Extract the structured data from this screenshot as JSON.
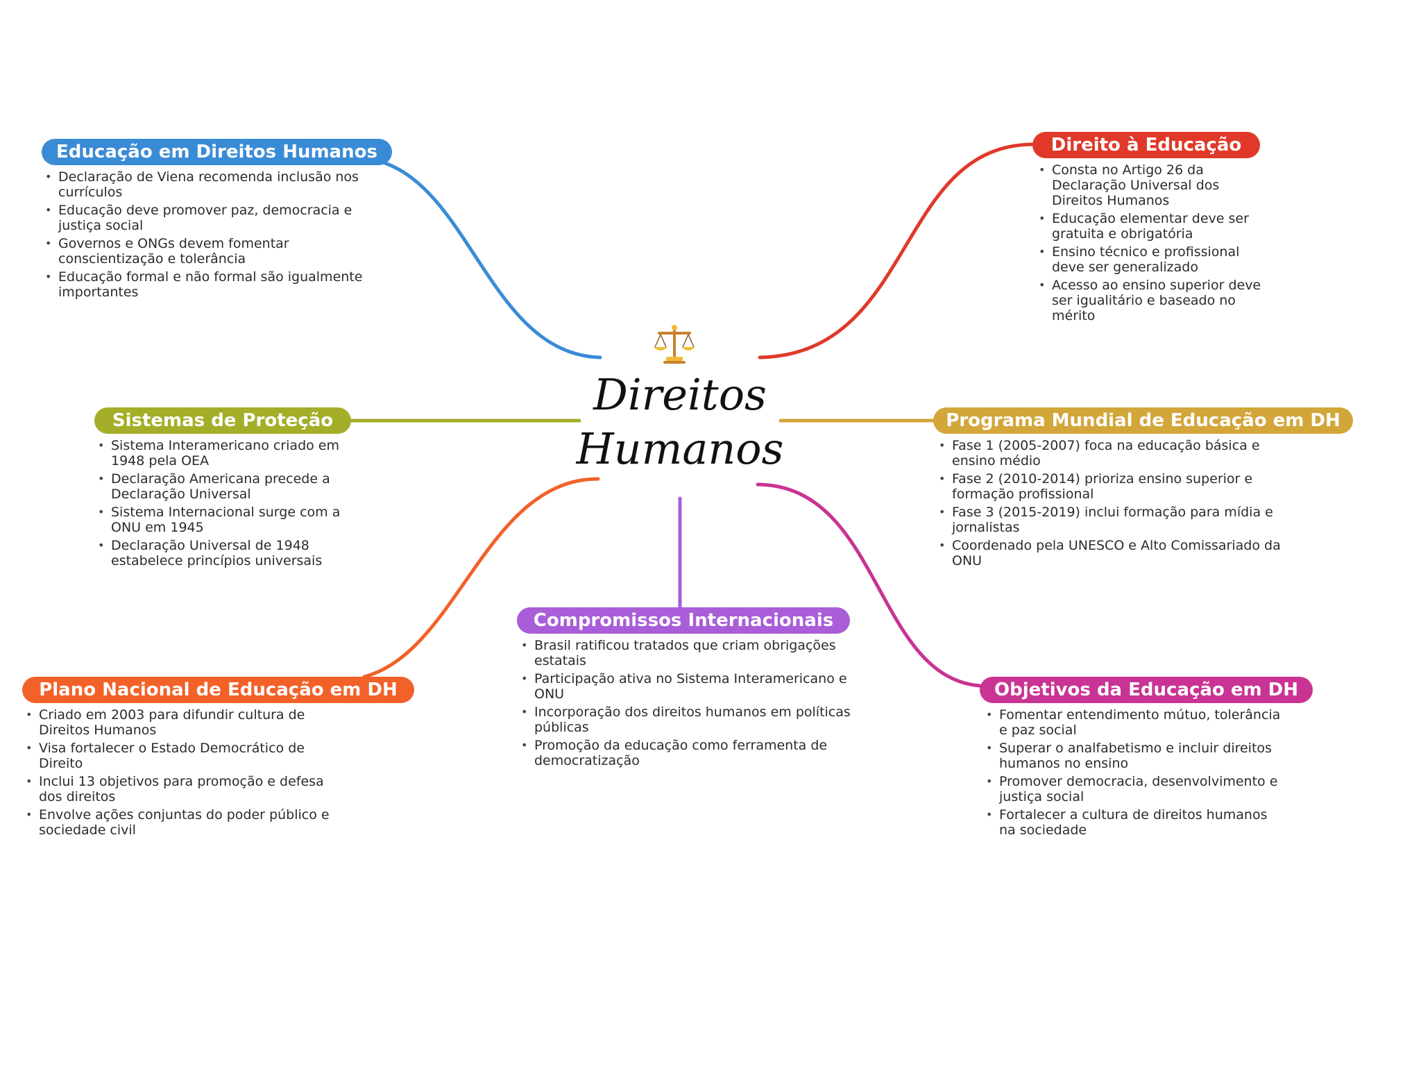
{
  "center": {
    "title_line1": "Direitos",
    "title_line2": "Humanos",
    "icon": "scales-of-justice-icon"
  },
  "branches": {
    "educacao_dh": {
      "title": "Educação em Direitos Humanos",
      "color": "#3A8BD6",
      "items": [
        "Declaração de Viena recomenda inclusão nos currículos",
        "Educação deve promover paz, democracia e justiça social",
        "Governos e ONGs devem fomentar conscientização e tolerância",
        "Educação formal e não formal são igualmente importantes"
      ]
    },
    "direito_educacao": {
      "title": "Direito à Educação",
      "color": "#E0392A",
      "items": [
        "Consta no Artigo 26 da Declaração Universal dos Direitos Humanos",
        "Educação elementar deve ser gratuita e obrigatória",
        "Ensino técnico e profissional deve ser generalizado",
        "Acesso ao ensino superior deve ser igualitário e baseado no mérito"
      ]
    },
    "sistemas_protecao": {
      "title": "Sistemas de Proteção",
      "color": "#A4AE28",
      "items": [
        "Sistema Interamericano criado em 1948 pela OEA",
        "Declaração Americana precede a Declaração Universal",
        "Sistema Internacional surge com a ONU em 1945",
        "Declaração Universal de 1948 estabelece princípios universais"
      ]
    },
    "programa_mundial": {
      "title": "Programa Mundial de Educação em DH",
      "color": "#D3A63A",
      "items": [
        "Fase 1 (2005-2007) foca na educação básica e ensino médio",
        "Fase 2 (2010-2014) prioriza ensino superior e formação profissional",
        "Fase 3 (2015-2019) inclui formação para mídia e jornalistas",
        "Coordenado pela UNESCO e Alto Comissariado da ONU"
      ]
    },
    "compromissos": {
      "title": "Compromissos Internacionais",
      "color": "#A95DD8",
      "items": [
        "Brasil ratificou tratados que criam obrigações estatais",
        "Participação ativa no Sistema Interamericano e ONU",
        "Incorporação dos direitos humanos em políticas públicas",
        "Promoção da educação como ferramenta de democratização"
      ]
    },
    "plano_nacional": {
      "title": "Plano Nacional de Educação em DH",
      "color": "#F26128",
      "items": [
        "Criado em 2003 para difundir cultura de Direitos Humanos",
        "Visa fortalecer o Estado Democrático de Direito",
        "Inclui 13 objetivos para promoção e defesa dos direitos",
        "Envolve ações conjuntas do poder público e sociedade civil"
      ]
    },
    "objetivos": {
      "title": "Objetivos da Educação em DH",
      "color": "#C93393",
      "items": [
        "Fomentar entendimento mútuo, tolerância e paz social",
        "Superar o analfabetismo e incluir direitos humanos no ensino",
        "Promover democracia, desenvolvimento e justiça social",
        "Fortalecer a cultura de direitos humanos na sociedade"
      ]
    }
  }
}
